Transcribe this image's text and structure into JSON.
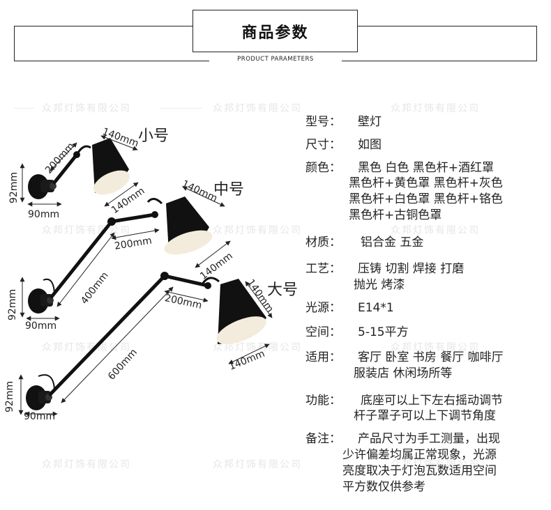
{
  "header": {
    "title": "商品参数",
    "subtitle": "PRODUCT PARAMETERS"
  },
  "watermark": "众邦灯饰有限公司",
  "sizes": {
    "small": "小号",
    "medium": "中号",
    "large": "大号"
  },
  "dimensions": {
    "small": {
      "shade_top": "140mm",
      "shade_bottom": "140mm",
      "arm": "200mm",
      "height": "92mm",
      "base": "90mm"
    },
    "medium": {
      "shade_top": "140mm",
      "shade_bottom": "140mm",
      "arm_upper": "200mm",
      "arm_lower": "400mm",
      "height": "92mm",
      "base": "90mm"
    },
    "large": {
      "shade_top": "140mm",
      "shade_bottom": "140mm",
      "arm_upper": "200mm",
      "arm_lower": "600mm",
      "height": "92mm",
      "base": "90mm"
    }
  },
  "specs": {
    "model": {
      "label": "型号：",
      "lines": [
        "壁灯"
      ]
    },
    "size": {
      "label": "尺寸：",
      "lines": [
        "如图"
      ]
    },
    "color": {
      "label": "颜色：",
      "lines": [
        "黑色 白色 黑色杆+酒红罩",
        "黑色杆+黄色罩 黑色杆+灰色",
        "黑色杆+白色罩 黑色杆+铬色",
        "黑色杆+古铜色罩"
      ]
    },
    "material": {
      "label": "材质：",
      "lines": [
        "铝合金 五金"
      ]
    },
    "craft": {
      "label": "工艺：",
      "lines": [
        "压铸 切割 焊接 打磨",
        "抛光 烤漆"
      ]
    },
    "light_source": {
      "label": "光源：",
      "lines": [
        "E14*1"
      ]
    },
    "space": {
      "label": "空间：",
      "lines": [
        "5-15平方"
      ]
    },
    "applicable": {
      "label": "适用：",
      "lines": [
        "客厅 卧室 书房 餐厅 咖啡厅",
        "服装店 休闲场所等"
      ]
    },
    "function": {
      "label": "功能：",
      "lines": [
        "底座可以上下左右摇动调节",
        "杆子罩子可以上下调节角度"
      ]
    },
    "note": {
      "label": "备注：",
      "lines": [
        "产品尺寸为手工测量，出现",
        "少许偏差均属正常现象，光源",
        "亮度取决于灯泡瓦数适用空间",
        "平方数仅供参考"
      ]
    }
  },
  "colors": {
    "lamp_black": "#111111",
    "shade_inner": "#f3ecdc",
    "text": "#222222"
  }
}
